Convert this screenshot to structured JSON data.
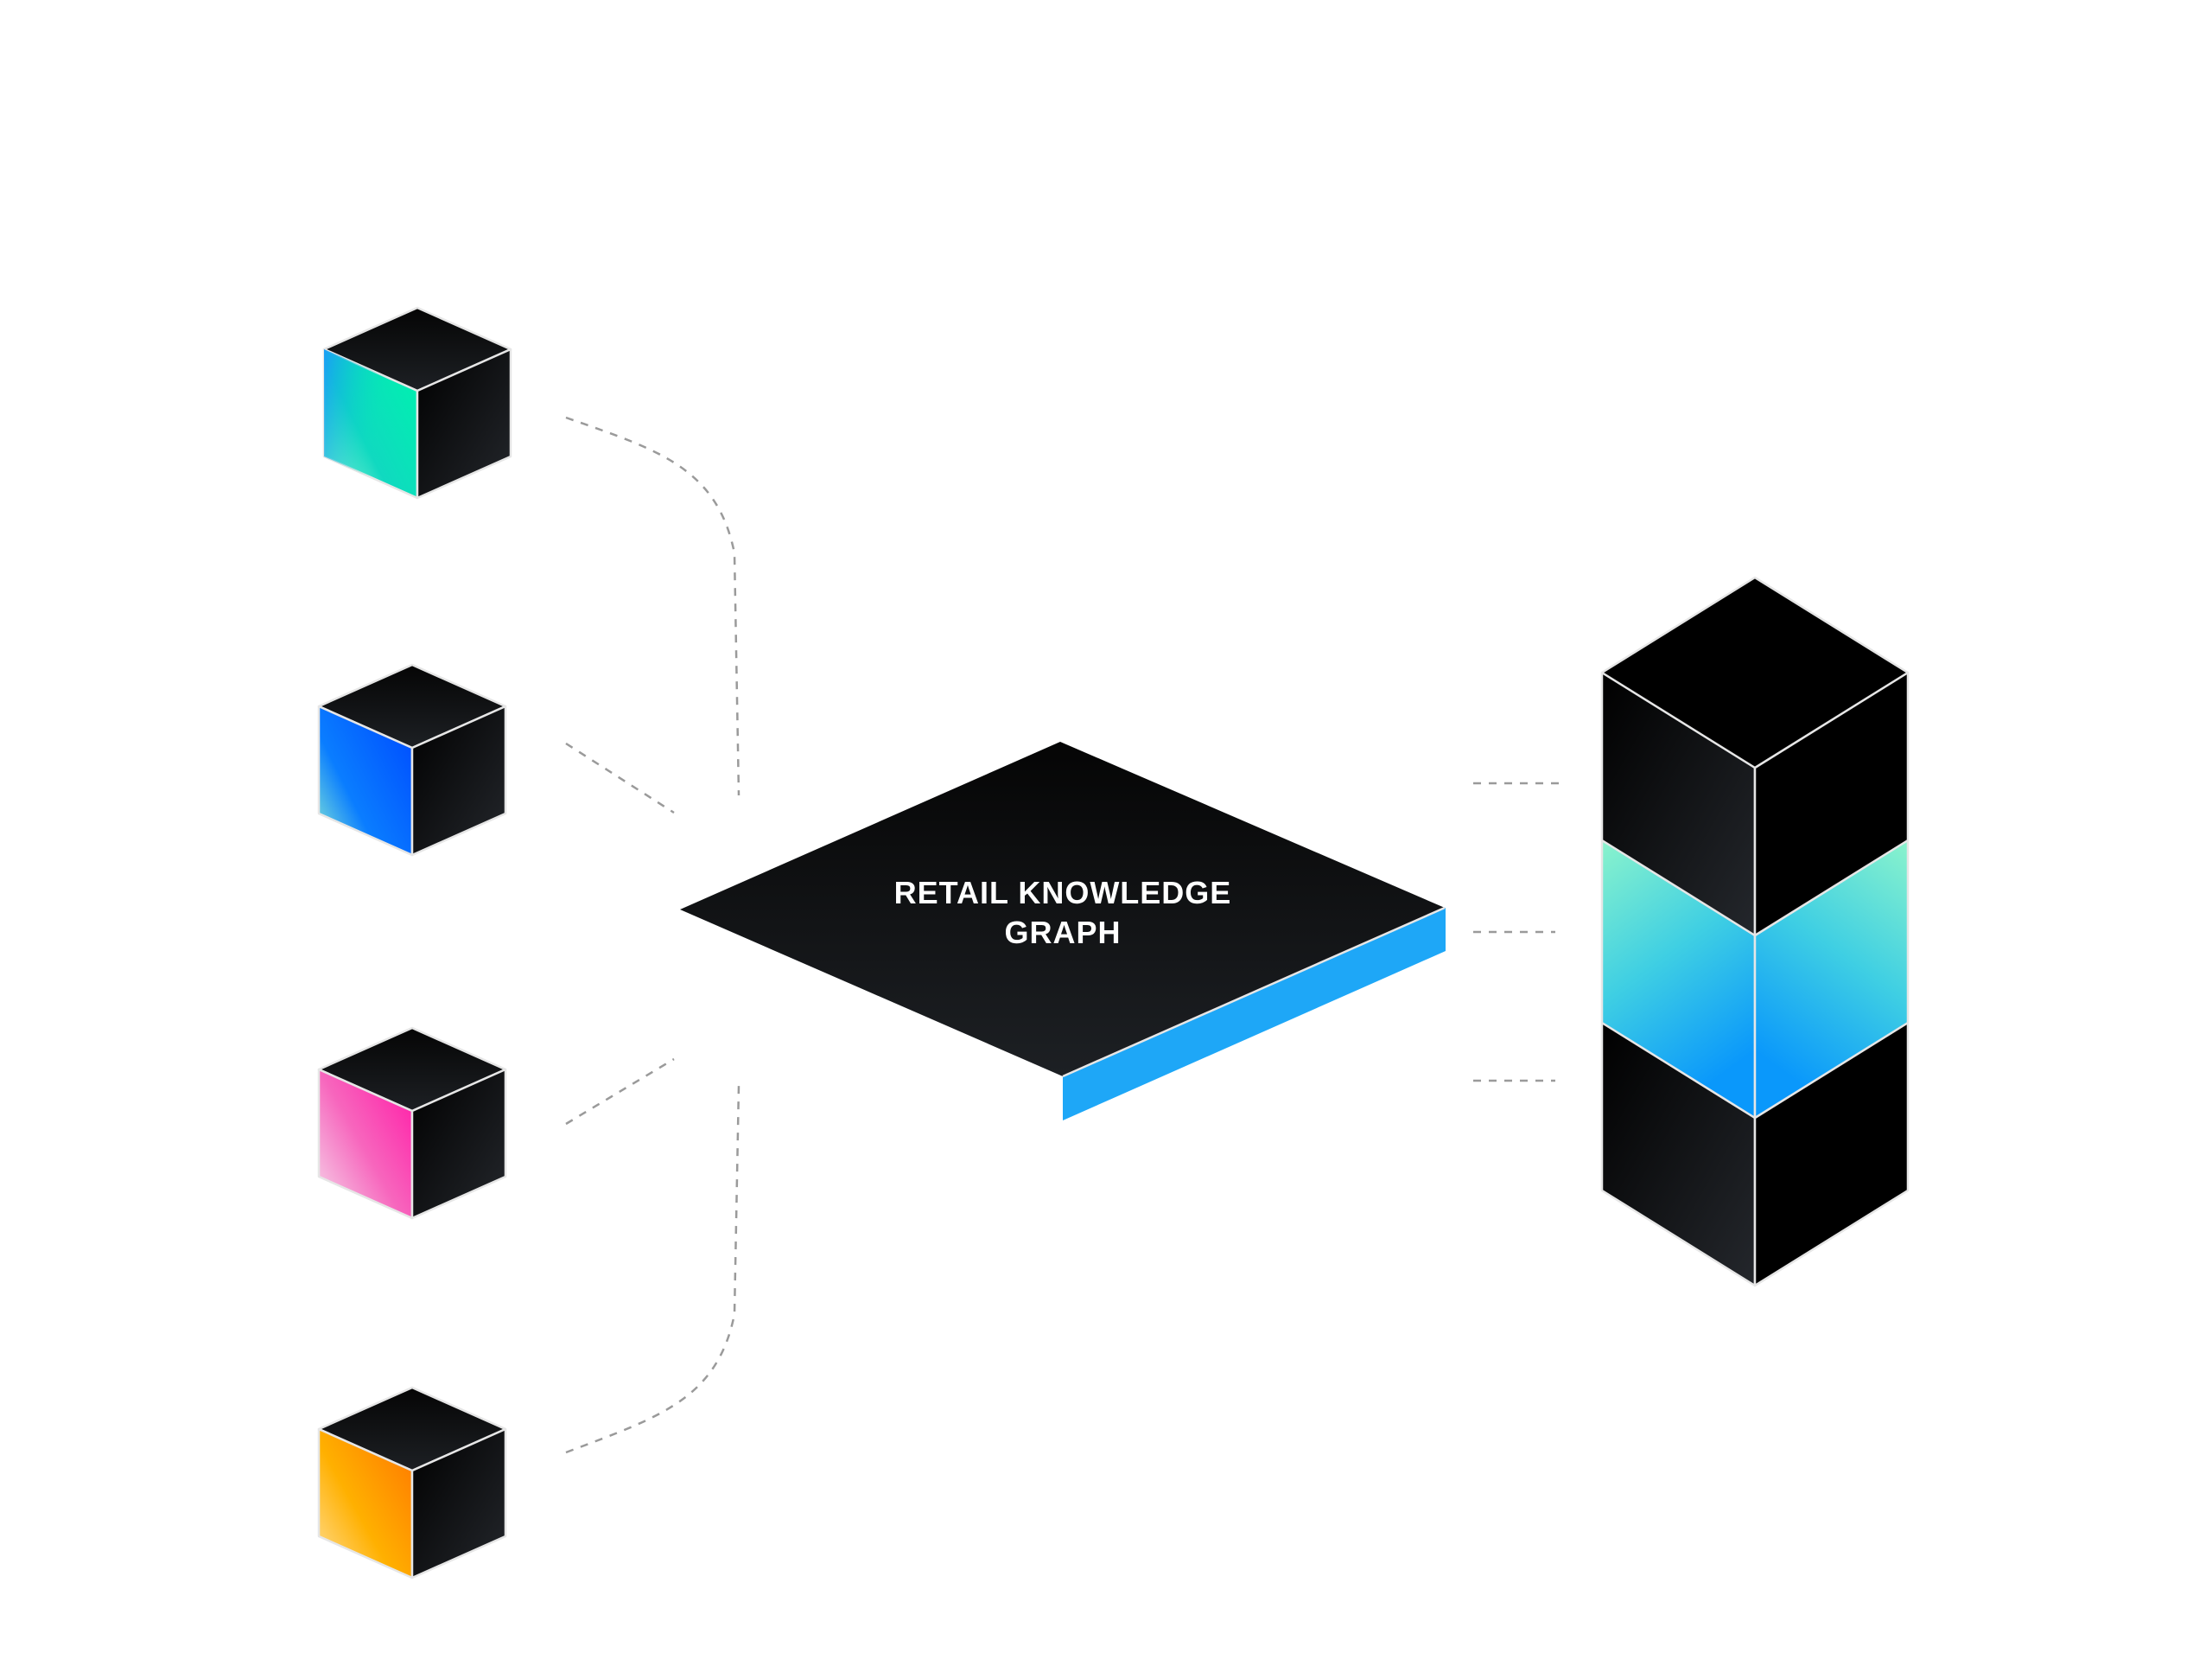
{
  "graph": {
    "label_line1": "RETAIL KNOWLEDGE",
    "label_line2": "GRAPH"
  },
  "colors": {
    "background": "#ffffff",
    "block": "#000000",
    "edge": "#e6e6e6",
    "connector": "#9a9a9a",
    "platform_side": "#1ea7f7",
    "source_cube_1": [
      "#00e6b8",
      "#1a9ef5"
    ],
    "source_cube_2": [
      "#8ff0d2",
      "#0a5cff"
    ],
    "source_cube_3": [
      "#ff33aa",
      "#f2d6ea"
    ],
    "source_cube_4": [
      "#ffc400",
      "#ff7a00"
    ],
    "tower_middle": [
      "#86f2cd",
      "#12a0f7"
    ]
  },
  "icons": [
    "source-cube-icon",
    "knowledge-graph-platform",
    "output-tower-icon"
  ]
}
